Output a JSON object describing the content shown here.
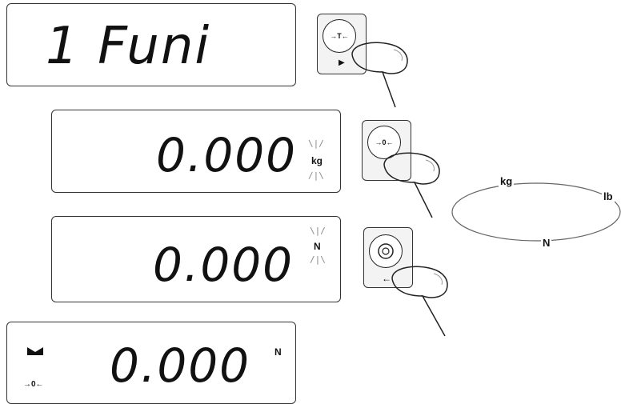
{
  "step1": {
    "display_text": "1 Funi",
    "button_symbol": "→T←"
  },
  "step2": {
    "display_value": "0.000",
    "unit": "kg",
    "button_symbol": "→0←"
  },
  "step3": {
    "display_value": "0.000",
    "unit": "N"
  },
  "step4": {
    "display_value": "0.000",
    "unit": "N",
    "zero_indicator": "→0←"
  },
  "cycle": {
    "labels": [
      "kg",
      "lb",
      "N"
    ]
  }
}
